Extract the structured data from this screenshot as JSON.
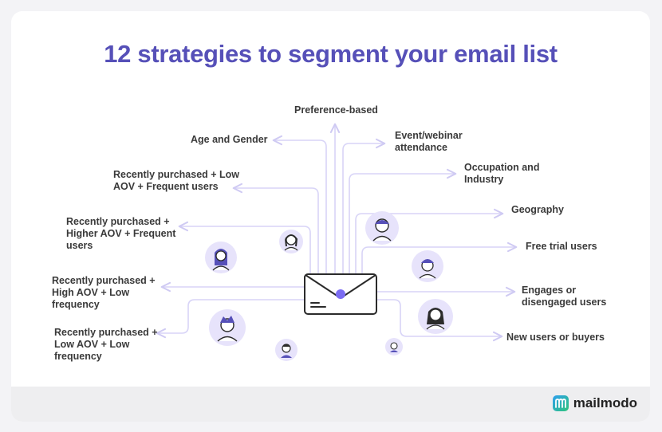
{
  "title": "12 strategies to segment your email list",
  "strategies": [
    {
      "id": "preference",
      "label": "Preference-based"
    },
    {
      "id": "age-gender",
      "label": "Age and Gender"
    },
    {
      "id": "event",
      "label": "Event/webinar\nattendance"
    },
    {
      "id": "occupation",
      "label": "Occupation and\nIndustry"
    },
    {
      "id": "recent-low-freq-users",
      "label": "Recently purchased + Low\nAOV + Frequent users"
    },
    {
      "id": "geography",
      "label": "Geography"
    },
    {
      "id": "recent-high-freq-users",
      "label": "Recently purchased +\nHigher AOV + Frequent\nusers"
    },
    {
      "id": "free-trial",
      "label": "Free trial users"
    },
    {
      "id": "recent-high-low-freq",
      "label": "Recently purchased +\nHigh AOV + Low\nfrequency"
    },
    {
      "id": "engages",
      "label": "Engages or\ndisengaged users"
    },
    {
      "id": "recent-low-low-freq",
      "label": "Recently purchased +\nLow AOV + Low\nfrequency"
    },
    {
      "id": "new-users",
      "label": "New users or buyers"
    }
  ],
  "brand": {
    "name": "mailmodo"
  },
  "colors": {
    "title": "#5650b8",
    "lines": "#d8d4f7",
    "arrows": "#cfcaf3",
    "avatar_bg": "#e7e3fb",
    "envelope_dot": "#7b6cf2"
  }
}
